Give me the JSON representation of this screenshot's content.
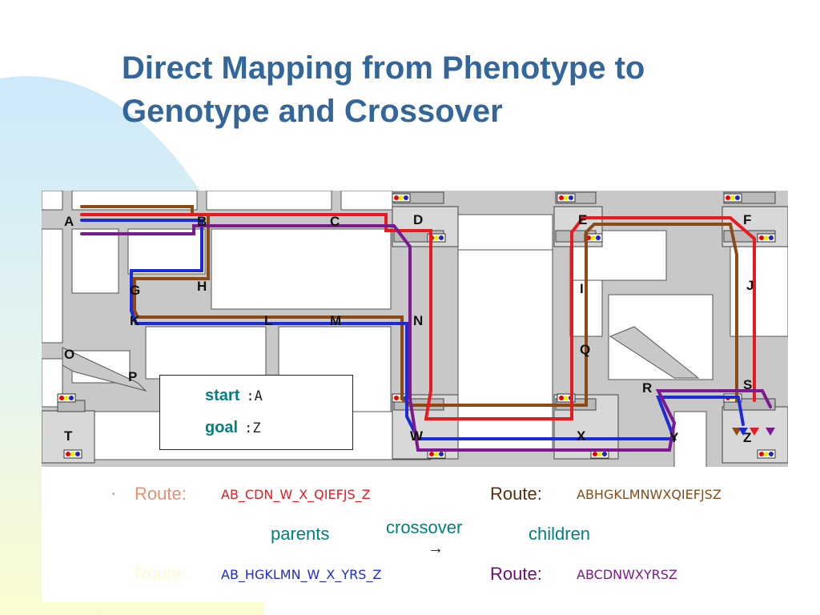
{
  "title": {
    "line1": "Direct Mapping from Phenotype to",
    "line2": "Genotype and Crossover"
  },
  "colors": {
    "title": "#33669a",
    "teal": "#008080",
    "red_route": "#e8191f",
    "blue_route": "#1c2bd6",
    "brown_route": "#8b4a16",
    "purple_route": "#7a1a8e",
    "parent1_label": "#e89070",
    "parent2_label": "#fffbd0",
    "child1_label": "#5a2d0c",
    "child2_label": "#6a1070"
  },
  "nodes": [
    "A",
    "B",
    "C",
    "D",
    "E",
    "F",
    "G",
    "H",
    "I",
    "J",
    "K",
    "L",
    "M",
    "N",
    "O",
    "P",
    "Q",
    "R",
    "S",
    "T",
    "W",
    "X",
    "Y",
    "Z"
  ],
  "info_box": {
    "start_label": "start",
    "start_value": ":A",
    "goal_label": "goal",
    "goal_value": ":Z"
  },
  "parents": {
    "route1_label": "Route:",
    "route1_code": "AB_CDN_W_X_QIEFJS_Z",
    "route2_label": "Route:",
    "route2_code": "AB_HGKLMN_W_X_YRS_Z",
    "caption": "parents"
  },
  "children": {
    "route1_label": "Route:",
    "route1_code": "ABHGKLMNWXQIEFJSZ",
    "route2_label": "Route:",
    "route2_code": "ABCDNWXYRSZ",
    "caption": "children"
  },
  "crossover": {
    "label": "crossover",
    "arrow": "→"
  },
  "icons": [
    "traffic-light-icon"
  ]
}
